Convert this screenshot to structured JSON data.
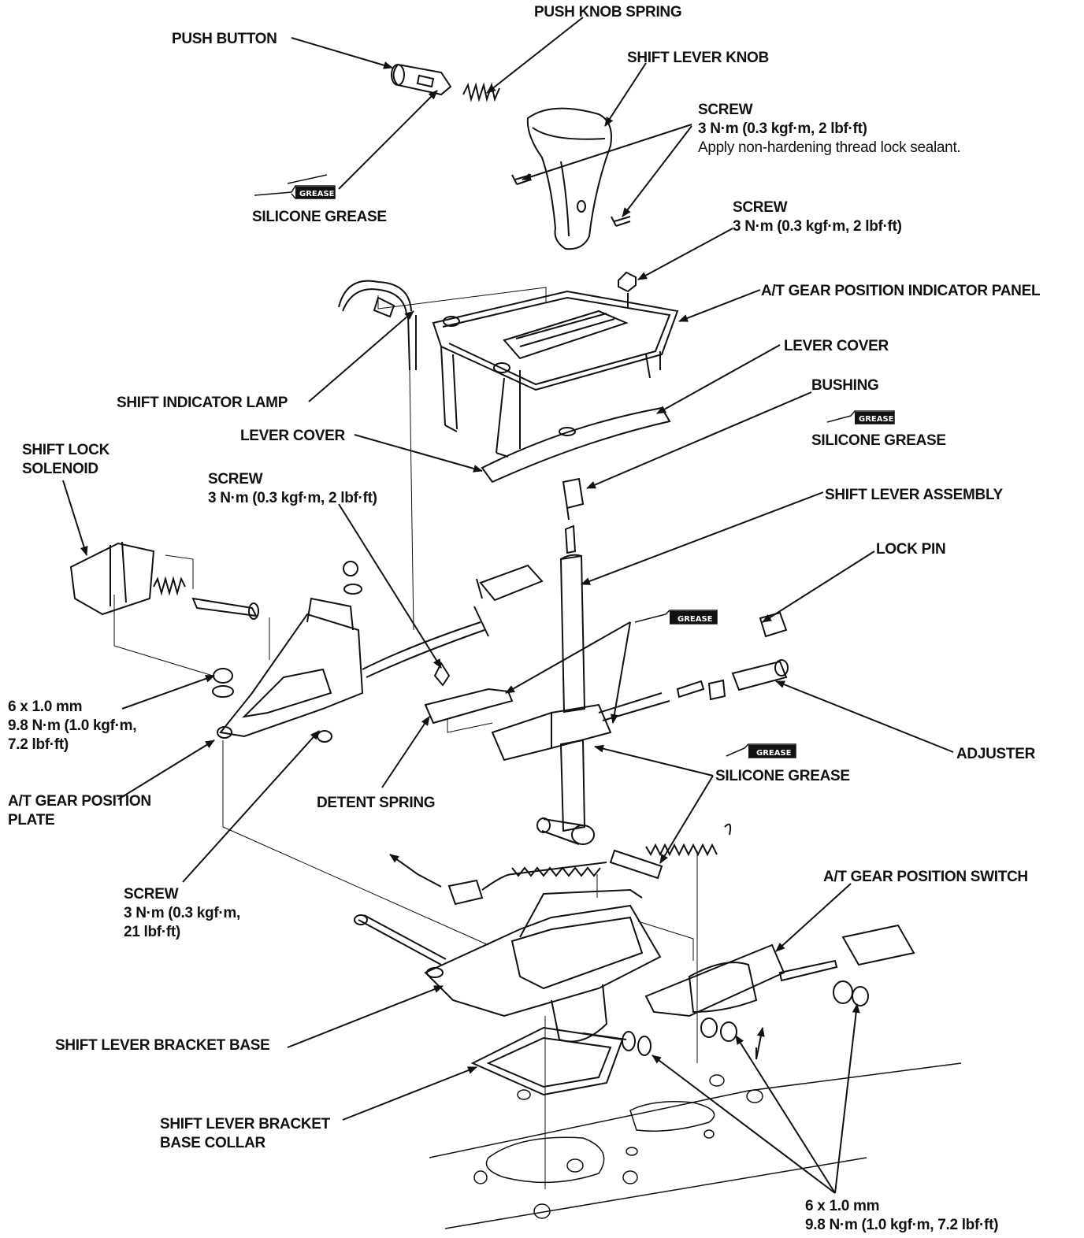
{
  "labels": {
    "push_knob_spring": "PUSH KNOB SPRING",
    "push_button": "PUSH BUTTON",
    "shift_lever_knob": "SHIFT LEVER KNOB",
    "screw_knob": {
      "title": "SCREW",
      "torque": "3 N·m (0.3 kgf·m, 2 lbf·ft)",
      "note": "Apply non-hardening thread lock sealant."
    },
    "silicone_grease_1": "SILICONE GREASE",
    "screw_panel": {
      "title": "SCREW",
      "torque": "3 N·m (0.3 kgf·m, 2 lbf·ft)"
    },
    "indicator_panel": "A/T GEAR POSITION INDICATOR PANEL",
    "lever_cover_upper": "LEVER COVER",
    "bushing": "BUSHING",
    "silicone_grease_2": "SILICONE GREASE",
    "shift_indicator_lamp": "SHIFT INDICATOR LAMP",
    "lever_cover_lower": "LEVER COVER",
    "shift_lock_solenoid": {
      "line1": "SHIFT LOCK",
      "line2": "SOLENOID"
    },
    "screw_mid": {
      "title": "SCREW",
      "torque": "3 N·m (0.3 kgf·m, 2 lbf·ft)"
    },
    "shift_lever_assembly": "SHIFT LEVER ASSEMBLY",
    "lock_pin": "LOCK PIN",
    "bolt_left": {
      "line1": "6 x 1.0 mm",
      "line2": "9.8 N·m (1.0 kgf·m,",
      "line3": "7.2 lbf·ft)"
    },
    "adjuster": "ADJUSTER",
    "silicone_grease_3": "SILICONE GREASE",
    "gear_position_plate": {
      "line1": "A/T GEAR POSITION",
      "line2": "PLATE"
    },
    "detent_spring": "DETENT SPRING",
    "gear_position_switch": "A/T GEAR POSITION SWITCH",
    "screw_low": {
      "title": "SCREW",
      "line2": "3 N·m (0.3 kgf·m,",
      "line3": "21 lbf·ft)"
    },
    "bracket_base": "SHIFT LEVER BRACKET BASE",
    "bracket_base_collar": {
      "line1": "SHIFT LEVER BRACKET",
      "line2": "BASE COLLAR"
    },
    "bolt_bottom": {
      "line1": "6 x 1.0 mm",
      "line2": "9.8 N·m (1.0 kgf·m, 7.2 lbf·ft)"
    }
  },
  "grease_tag": "GREASE"
}
